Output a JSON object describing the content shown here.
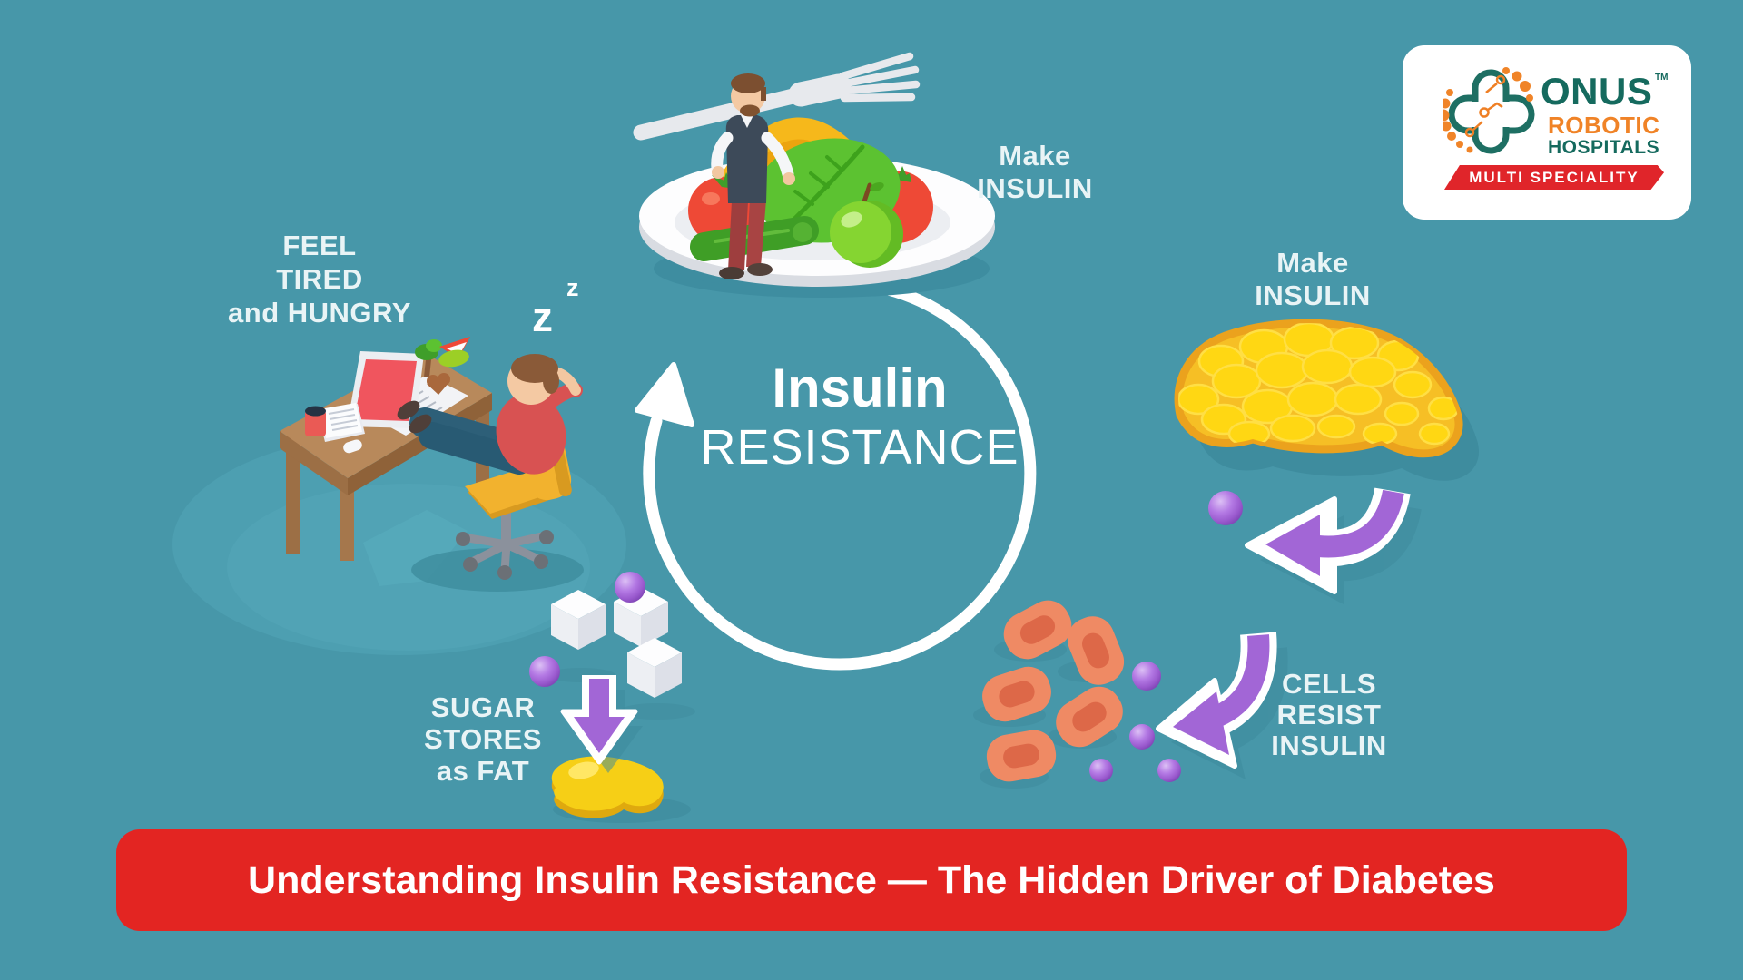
{
  "page": {
    "background": "#4797a9"
  },
  "palette": {
    "teal_bg": "#4797a9",
    "shadow_teal": "#3d8a9c",
    "label_text": "#e9f4f6",
    "purple_arrow": "#a266d6",
    "purple_ball": "#b47ae4",
    "pancreas_yellow": "#ffd713",
    "pancreas_rim": "#eba21d",
    "blood_cell": "#ef8a64",
    "blood_cell_inner": "#dd6848",
    "banner_red": "#e32522",
    "logo_green": "#156a5e",
    "logo_orange": "#f08327",
    "logo_red": "#e0252a"
  },
  "logo": {
    "name": "ONUS",
    "tm": "TM",
    "line2": "ROBOTIC",
    "line3": "HOSPITALS",
    "ribbon": "MULTI SPECIALITY"
  },
  "cycle": {
    "line1": "Insulin",
    "line2": "RESISTANCE"
  },
  "labels": {
    "plate": {
      "line1": "Make",
      "line2": "INSULIN"
    },
    "pancreas": {
      "line1": "Make",
      "line2": "INSULIN"
    },
    "cells": {
      "line1": "CELLS",
      "line2": "RESIST",
      "line3": "INSULIN"
    },
    "sugar": {
      "line1": "SUGAR",
      "line2": "STORES",
      "line3": "as FAT"
    },
    "tired": {
      "line1": "FEEL",
      "line2": "TIRED",
      "line3": "and HUNGRY"
    },
    "sleep": {
      "big": "z",
      "small": "z"
    }
  },
  "banner": {
    "text": "Understanding Insulin Resistance — The Hidden Driver of Diabetes"
  }
}
